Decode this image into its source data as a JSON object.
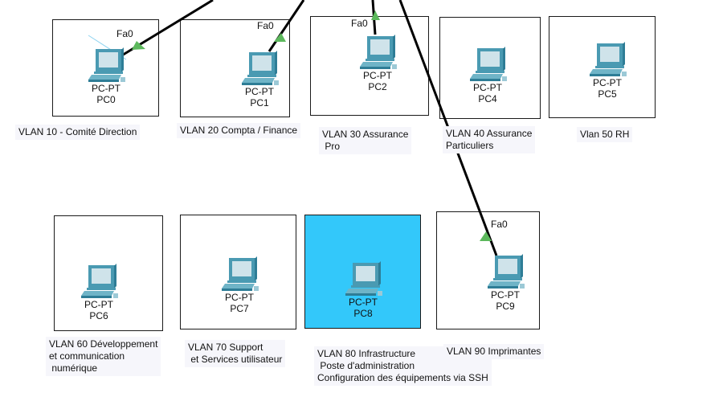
{
  "devices": [
    {
      "model": "PC-PT",
      "name": "PC0"
    },
    {
      "model": "PC-PT",
      "name": "PC1"
    },
    {
      "model": "PC-PT",
      "name": "PC2"
    },
    {
      "model": "PC-PT",
      "name": "PC4"
    },
    {
      "model": "PC-PT",
      "name": "PC5"
    },
    {
      "model": "PC-PT",
      "name": "PC6"
    },
    {
      "model": "PC-PT",
      "name": "PC7"
    },
    {
      "model": "PC-PT",
      "name": "PC8"
    },
    {
      "model": "PC-PT",
      "name": "PC9"
    }
  ],
  "vlans": [
    "VLAN 10 - Comité Direction",
    "VLAN 20 Compta / Finance",
    "VLAN 30 Assurance\n Pro",
    "VLAN 40 Assurance\nParticuliers",
    "Vlan 50 RH",
    "VLAN 60 Développement\net communication\n numérique",
    "VLAN 70 Support\n et Services utilisateur",
    "VLAN 80 Infrastructure\n Poste d'administration\nConfiguration des équipements via SSH",
    "VLAN 90 Imprimantes"
  ],
  "ports": {
    "pc0": "Fa0",
    "pc1": "Fa0",
    "pc2": "Fa0",
    "pc9": "Fa0"
  },
  "colors": {
    "selected_area": "#33c8fa",
    "link_up": "#5cb85c",
    "cable": "#000000"
  }
}
